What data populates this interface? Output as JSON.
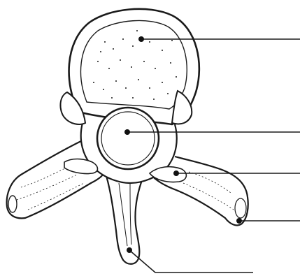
{
  "diagram": {
    "subject": "vertebra-superior-view-line-drawing",
    "line_color": "#1a1a1a",
    "paper_color": "#ffffff",
    "pointer_dot_color": "#111111",
    "label_lines": [
      {
        "id": "vertebral-body",
        "label": ""
      },
      {
        "id": "vertebral-foramen",
        "label": ""
      },
      {
        "id": "superior-articular-process",
        "label": ""
      },
      {
        "id": "transverse-process",
        "label": ""
      },
      {
        "id": "spinous-process",
        "label": ""
      }
    ]
  }
}
